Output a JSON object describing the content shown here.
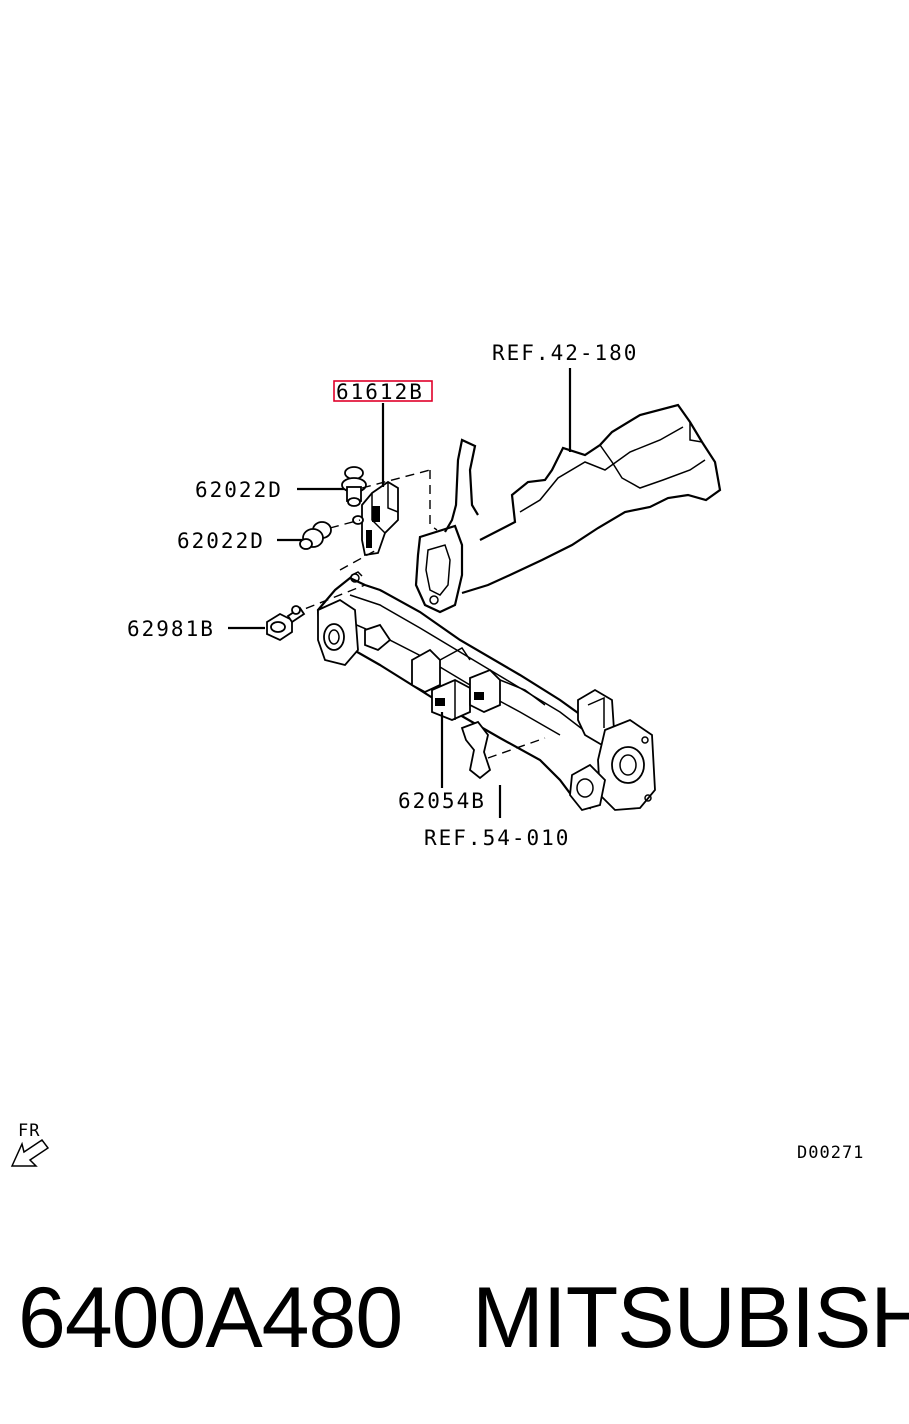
{
  "labels": {
    "ref_42": "REF.42-180",
    "part_highlight": "61612B",
    "clip_upper": "62022D",
    "clip_lower": "62022D",
    "bolt": "62981B",
    "bracket": "62054B",
    "ref_54": "REF.54-010",
    "front_marker": "FR",
    "diagram_code": "D00271"
  },
  "highlight_color": "#e0002a",
  "caption": {
    "part_number": "6400A480",
    "brand": "MITSUBISHI"
  }
}
